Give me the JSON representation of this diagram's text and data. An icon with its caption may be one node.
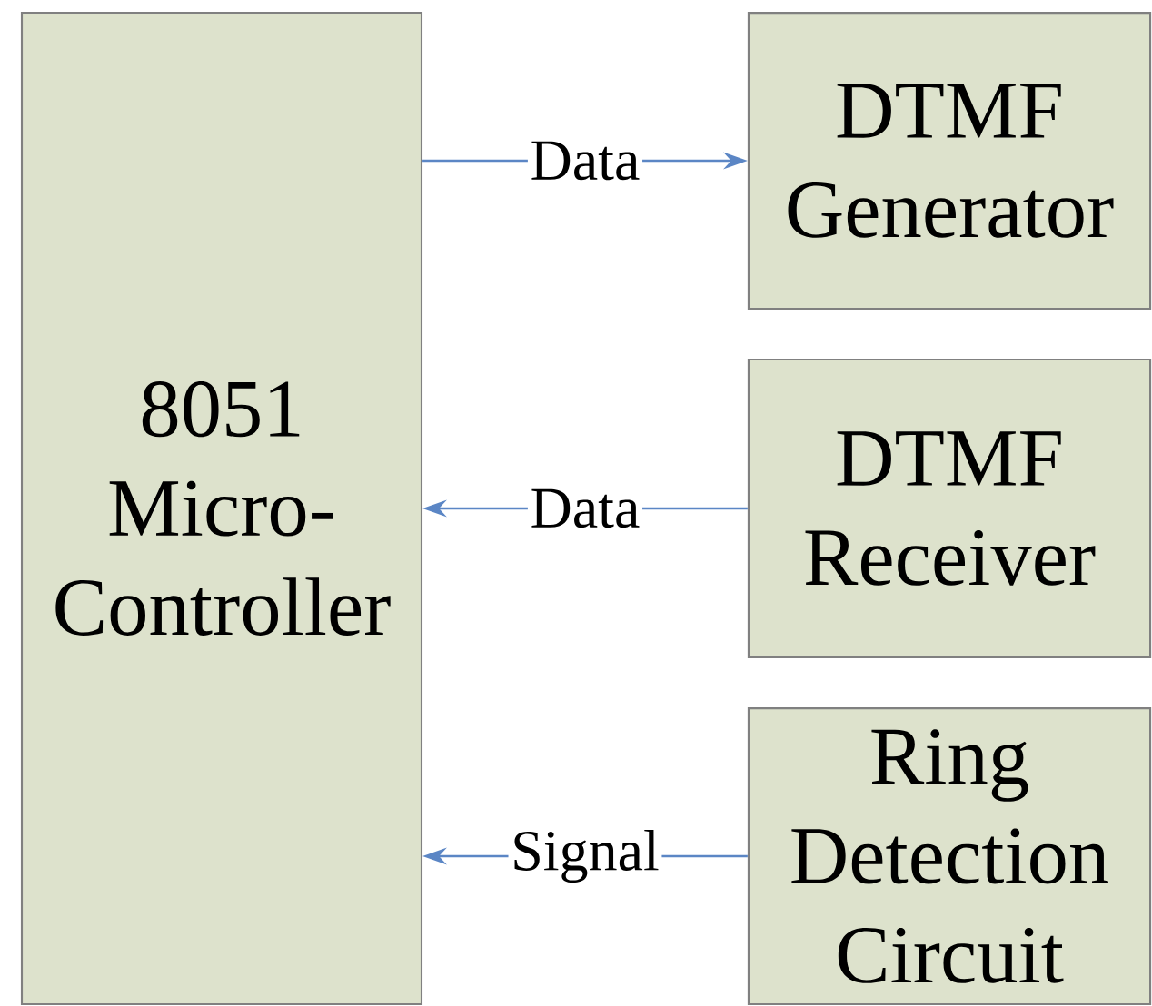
{
  "diagram": {
    "nodes": [
      {
        "text": [
          "8051 Micro- Controller"
        ]
      },
      {
        "text": [
          "DTMF Generator"
        ]
      },
      {
        "text": [
          "DTMF Receiver"
        ]
      },
      {
        "text": [
          "Ring Detection Circuit"
        ]
      }
    ],
    "edges": [
      {
        "from": 0,
        "to": 1,
        "arrow": "to",
        "label": "Data"
      },
      {
        "from": 2,
        "to": 0,
        "arrow": "to",
        "label": "Data"
      },
      {
        "from": 3,
        "to": 0,
        "arrow": "to",
        "label": "Signal"
      }
    ]
  }
}
